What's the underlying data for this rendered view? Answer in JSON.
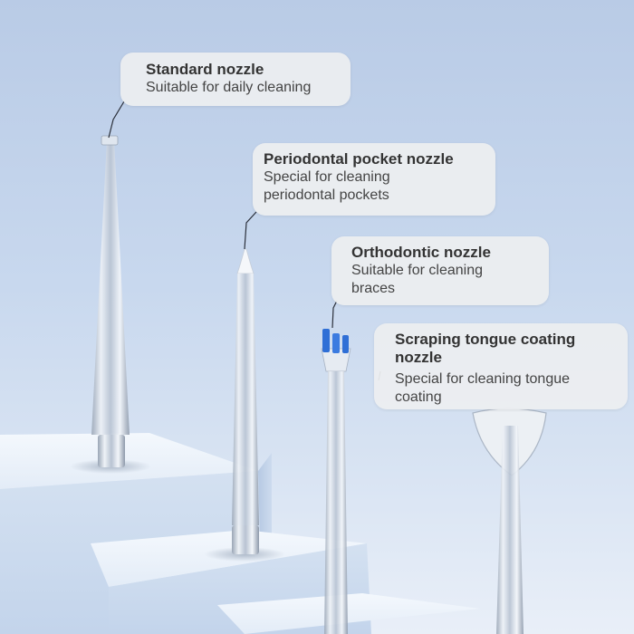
{
  "callouts": [
    {
      "title": "Standard nozzle",
      "description": "Suitable for daily cleaning"
    },
    {
      "title": "Periodontal pocket nozzle",
      "description_lines": [
        "Special for cleaning",
        "periodontal pockets"
      ]
    },
    {
      "title": "Orthodontic nozzle",
      "description_lines": [
        "Suitable for cleaning",
        "braces"
      ]
    },
    {
      "title_lines": [
        "Scraping tongue coating",
        "nozzle"
      ],
      "description_lines": [
        "Special for cleaning tongue",
        "coating"
      ]
    }
  ],
  "colors": {
    "background_top": "#b9cbe6",
    "background_bottom": "#e9eff8",
    "callout_bg": "#eceef0",
    "text": "#333333",
    "leader_line": "#2a2f3a",
    "brush_blue": "#2f6fd6"
  },
  "icons": [
    "standard-nozzle-icon",
    "periodontal-nozzle-icon",
    "orthodontic-nozzle-icon",
    "tongue-scraper-nozzle-icon"
  ]
}
